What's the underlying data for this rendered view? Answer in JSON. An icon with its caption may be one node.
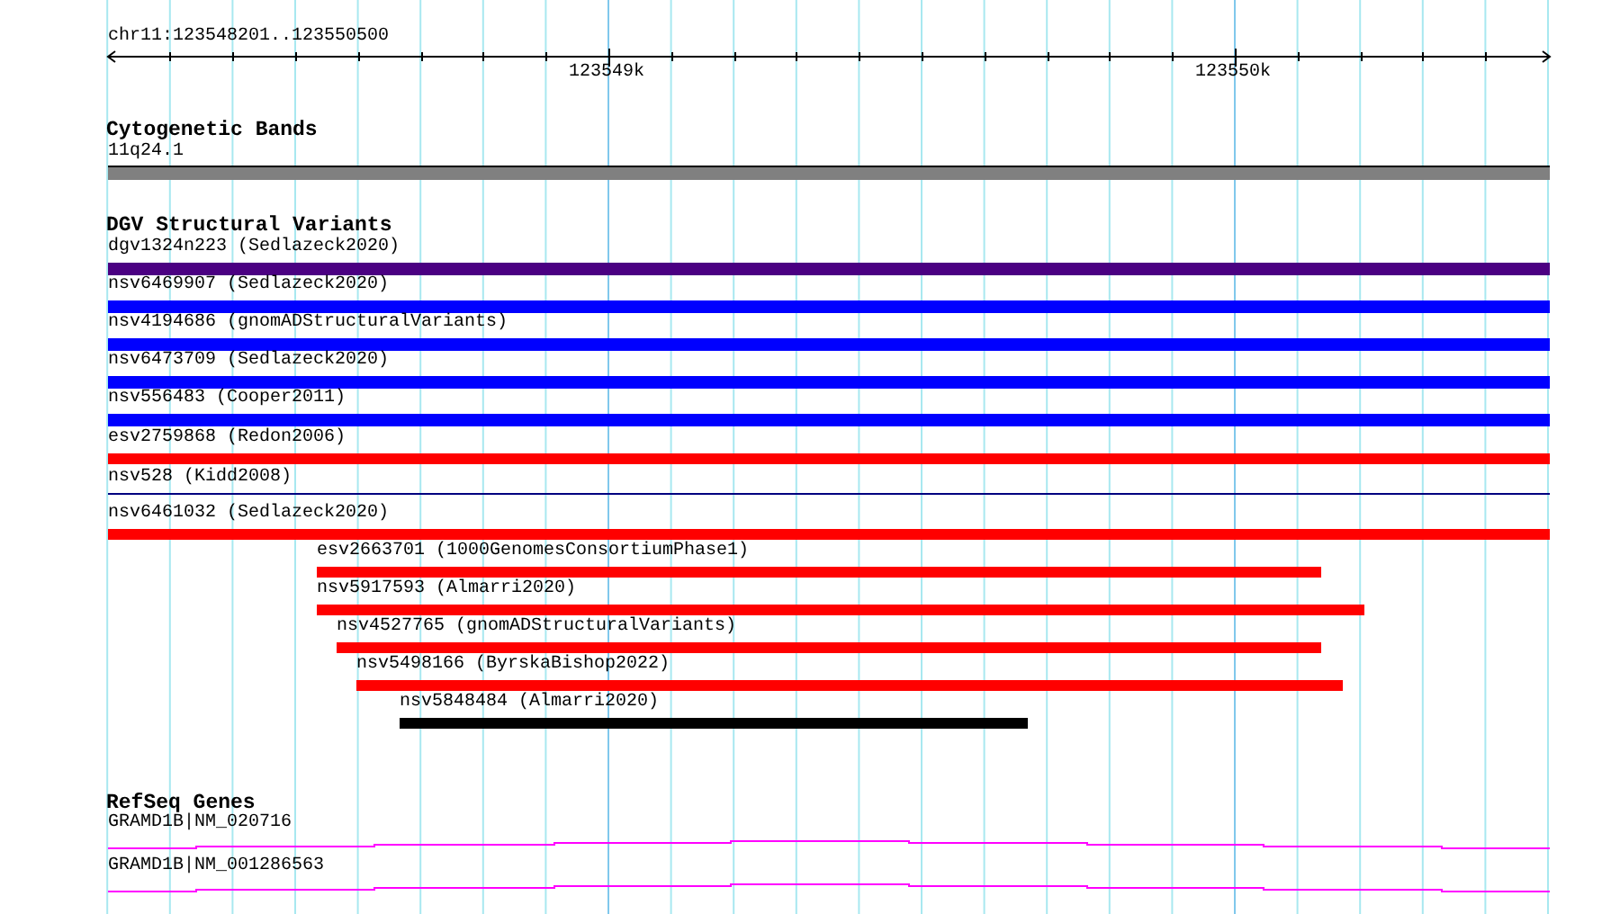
{
  "diagram": {
    "nodes": [
      {
        "text": [
          "11q24.1"
        ]
      },
      {
        "text": [
          "dgv1324n223 (Sedlazeck2020)"
        ]
      },
      {
        "text": [
          "nsv6469907 (Sedlazeck2020)"
        ]
      },
      {
        "text": [
          "nsv4194686 (gnomADStructuralVariants)"
        ]
      },
      {
        "text": [
          "nsv6473709 (Sedlazeck2020)"
        ]
      },
      {
        "text": [
          "nsv556483 (Cooper2011)"
        ]
      },
      {
        "text": [
          "esv2759868 (Redon2006)"
        ]
      },
      {
        "text": [
          "nsv528 (Kidd2008)"
        ]
      },
      {
        "text": [
          "nsv6461032 (Sedlazeck2020)"
        ]
      },
      {
        "text": [
          "esv2663701 (1000GenomesConsortiumPhase1)"
        ]
      },
      {
        "text": [
          "nsv5917593 (Almarri2020)"
        ]
      },
      {
        "text": [
          "nsv4527765 (gnomADStructuralVariants)"
        ]
      },
      {
        "text": [
          "nsv5498166 (ByrskaBishop2022)"
        ]
      },
      {
        "text": [
          "nsv5848484 (Almarri2020)"
        ]
      },
      {
        "text": [
          "GRAMD1B|NM_020716"
        ]
      },
      {
        "text": [
          "GRAMD1B|NM_001286563"
        ]
      }
    ],
    "labels": [
      "chr11:123548201..123550500",
      "123549k",
      "123550k",
      "Cytogenetic Bands",
      "DGV Structural Variants",
      "RefSeq Genes"
    ]
  }
}
